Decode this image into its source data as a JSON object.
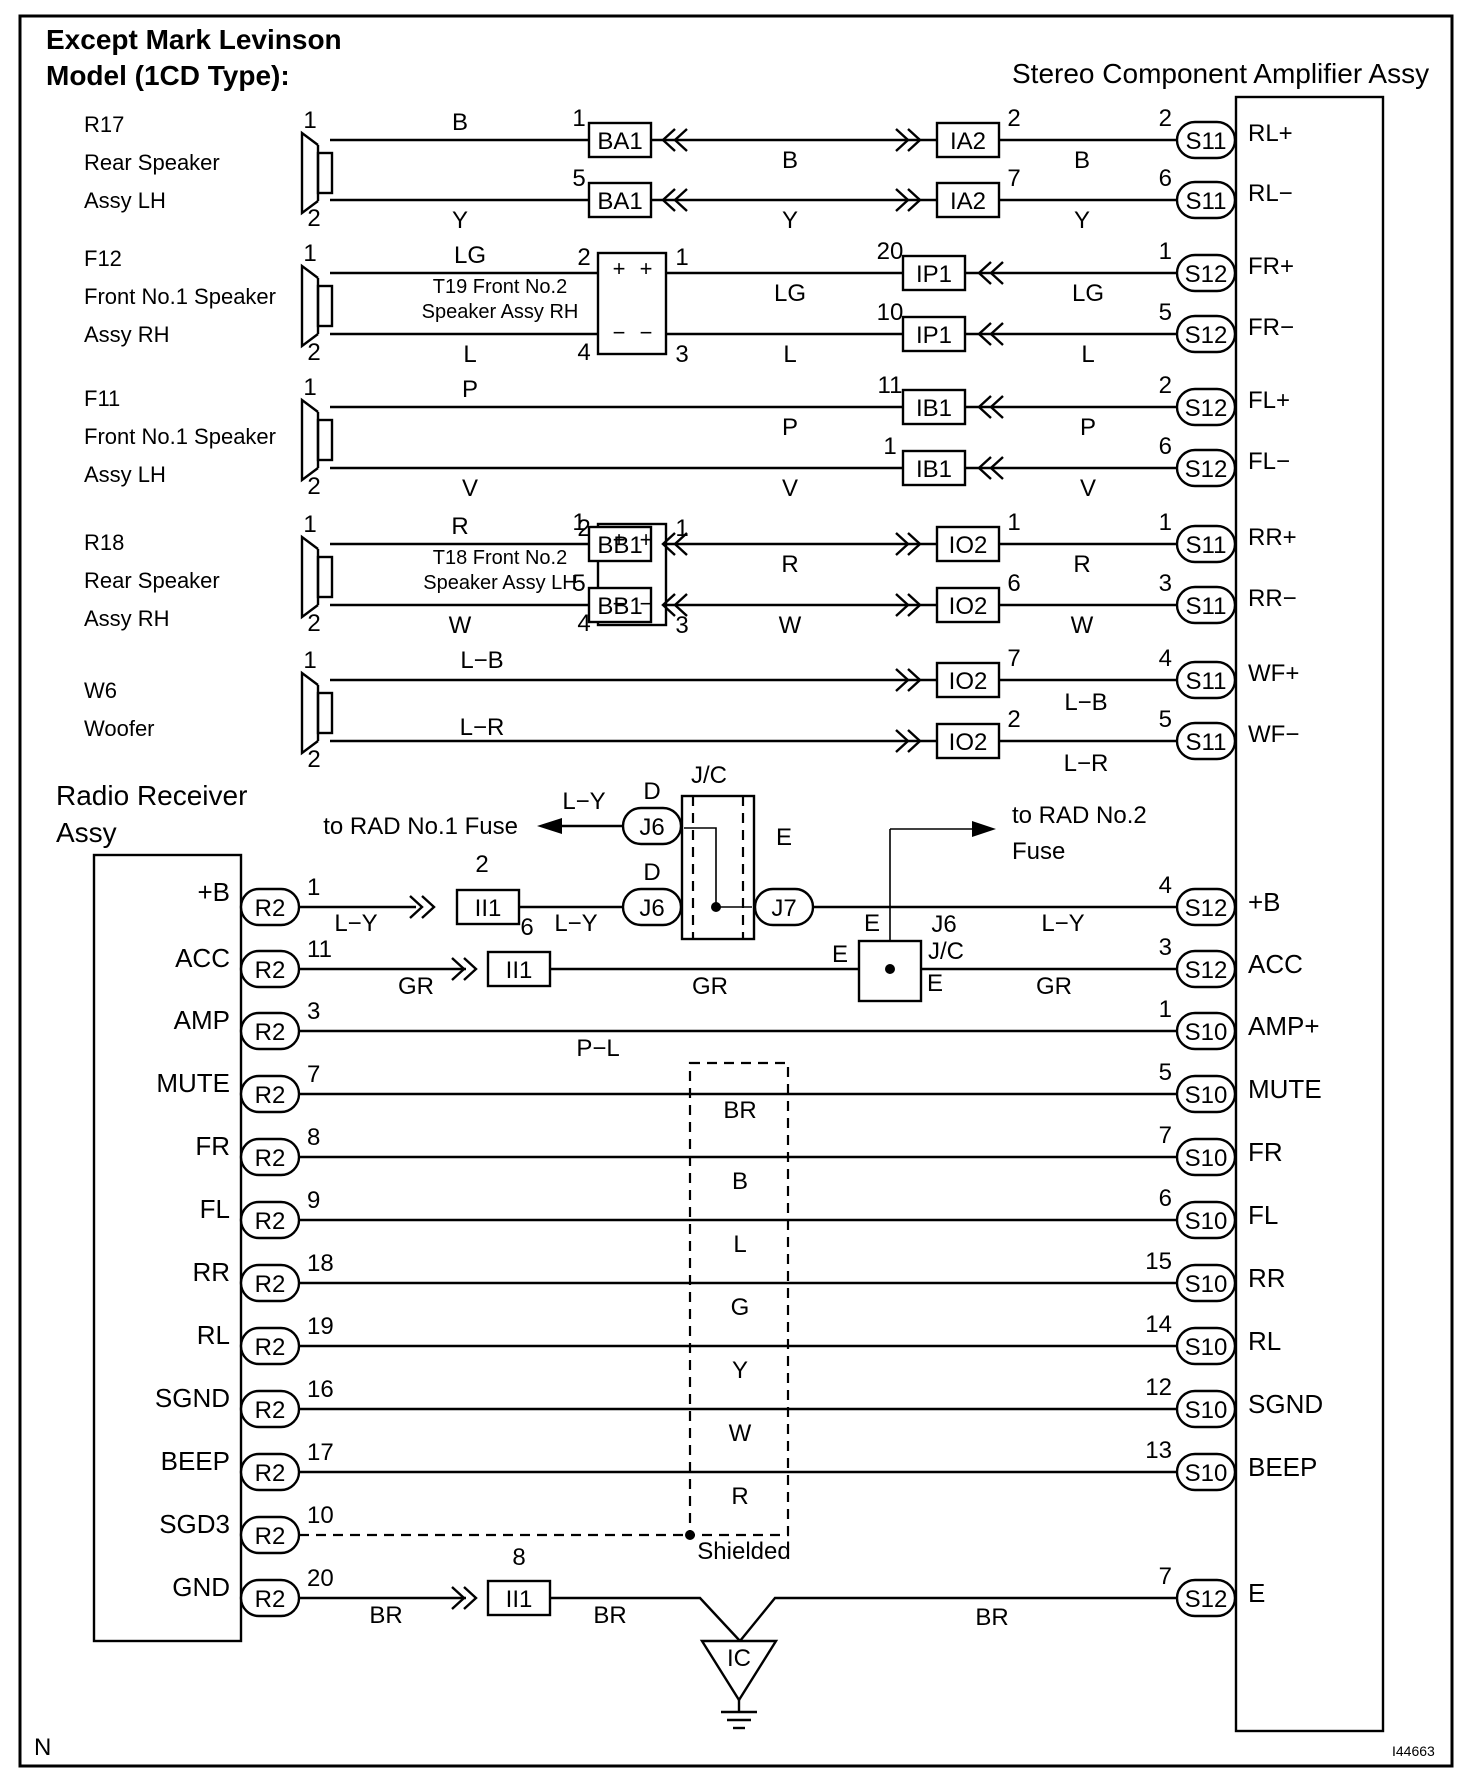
{
  "title": {
    "line1": "Except Mark Levinson",
    "line2": "Model (1CD Type):"
  },
  "amp_title": "Stereo Component Amplifier Assy",
  "radio_title": [
    "Radio  Receiver",
    "Assy"
  ],
  "corner_left": "N",
  "figure_id": "I44663",
  "speakers": [
    {
      "lines": [
        "R17",
        "Rear Speaker",
        "Assy LH"
      ]
    },
    {
      "lines": [
        "F12",
        "Front No.1 Speaker",
        "Assy RH"
      ]
    },
    {
      "lines": [
        "F11",
        "Front No.1 Speaker",
        "Assy LH"
      ]
    },
    {
      "lines": [
        "R18",
        "Rear Speaker",
        "Assy RH"
      ]
    },
    {
      "lines": [
        "W6",
        "Woofer"
      ]
    }
  ],
  "tweeters": [
    {
      "lines": [
        "T19 Front No.2",
        "Speaker Assy RH"
      ],
      "terms": [
        "2",
        "4",
        "1",
        "3"
      ]
    },
    {
      "lines": [
        "T18 Front No.2",
        "Speaker Assy LH"
      ],
      "terms": [
        "2",
        "4",
        "1",
        "3"
      ]
    }
  ],
  "speaker_pins": [
    "1",
    "2"
  ],
  "speaker_wires": [
    {
      "amp_pin": "RL+",
      "amp_conn": "S11",
      "amp_num": "2",
      "spk_pin": "1",
      "c1": "BA1",
      "c1_num": "1",
      "c2": "IA2",
      "c2_num": "2",
      "colors": [
        "B",
        "B",
        "B"
      ]
    },
    {
      "amp_pin": "RL−",
      "amp_conn": "S11",
      "amp_num": "6",
      "spk_pin": "2",
      "c1": "BA1",
      "c1_num": "5",
      "c2": "IA2",
      "c2_num": "7",
      "colors": [
        "Y",
        "Y",
        "Y"
      ]
    },
    {
      "amp_pin": "FR+",
      "amp_conn": "S12",
      "amp_num": "1",
      "spk_pin": "1",
      "c2": "IP1",
      "c2_num": "20",
      "colors": [
        "LG",
        "LG",
        "LG"
      ]
    },
    {
      "amp_pin": "FR−",
      "amp_conn": "S12",
      "amp_num": "5",
      "spk_pin": "2",
      "c2": "IP1",
      "c2_num": "10",
      "colors": [
        "L",
        "L",
        "L"
      ]
    },
    {
      "amp_pin": "FL+",
      "amp_conn": "S12",
      "amp_num": "2",
      "spk_pin": "1",
      "c2": "IB1",
      "c2_num": "11",
      "colors": [
        "P",
        "P",
        "P"
      ]
    },
    {
      "amp_pin": "FL−",
      "amp_conn": "S12",
      "amp_num": "6",
      "spk_pin": "2",
      "c2": "IB1",
      "c2_num": "1",
      "colors": [
        "V",
        "V",
        "V"
      ]
    },
    {
      "amp_pin": "RR+",
      "amp_conn": "S11",
      "amp_num": "1",
      "spk_pin": "1",
      "c1": "BB1",
      "c1_num": "1",
      "c2": "IO2",
      "c2_num": "1",
      "colors": [
        "R",
        "R",
        "R"
      ]
    },
    {
      "amp_pin": "RR−",
      "amp_conn": "S11",
      "amp_num": "3",
      "spk_pin": "2",
      "c1": "BB1",
      "c1_num": "5",
      "c2": "IO2",
      "c2_num": "6",
      "colors": [
        "W",
        "W",
        "W"
      ]
    },
    {
      "amp_pin": "WF+",
      "amp_conn": "S11",
      "amp_num": "4",
      "spk_pin": "1",
      "c2": "IO2",
      "c2_num": "7",
      "colors": [
        "L−B",
        "L−B"
      ]
    },
    {
      "amp_pin": "WF−",
      "amp_conn": "S11",
      "amp_num": "5",
      "spk_pin": "2",
      "c2": "IO2",
      "c2_num": "2",
      "colors": [
        "L−R",
        "L−R"
      ]
    }
  ],
  "jc": {
    "label": "J/C",
    "d1": "D",
    "d2": "D",
    "e": "E",
    "j6": "J6",
    "j7": "J7",
    "rad1": "to RAD No.1 Fuse",
    "rad1_color": "L−Y",
    "rad2": [
      "to RAD No.2",
      "Fuse"
    ],
    "j6b_label": "J6",
    "j6b_jc": "J/C",
    "e_labels": [
      "E",
      "E",
      "E"
    ]
  },
  "ii1_nums": [
    "2",
    "6",
    "8"
  ],
  "ii1": "II1",
  "radio_rows": [
    {
      "pin": "+B",
      "num": "1",
      "amp_num": "4",
      "amp_conn": "S12",
      "amp_pin": "+B",
      "colors": [
        "L−Y",
        "L−Y",
        "L−Y"
      ]
    },
    {
      "pin": "ACC",
      "num": "11",
      "amp_num": "3",
      "amp_conn": "S12",
      "amp_pin": "ACC",
      "colors": [
        "GR",
        "GR",
        "GR"
      ]
    },
    {
      "pin": "AMP",
      "num": "3",
      "amp_num": "1",
      "amp_conn": "S10",
      "amp_pin": "AMP+",
      "colors": [
        "P−L"
      ]
    },
    {
      "pin": "MUTE",
      "num": "7",
      "amp_num": "5",
      "amp_conn": "S10",
      "amp_pin": "MUTE",
      "colors": [
        "BR"
      ]
    },
    {
      "pin": "FR",
      "num": "8",
      "amp_num": "7",
      "amp_conn": "S10",
      "amp_pin": "FR",
      "colors": [
        "B"
      ]
    },
    {
      "pin": "FL",
      "num": "9",
      "amp_num": "6",
      "amp_conn": "S10",
      "amp_pin": "FL",
      "colors": [
        "L"
      ]
    },
    {
      "pin": "RR",
      "num": "18",
      "amp_num": "15",
      "amp_conn": "S10",
      "amp_pin": "RR",
      "colors": [
        "G"
      ]
    },
    {
      "pin": "RL",
      "num": "19",
      "amp_num": "14",
      "amp_conn": "S10",
      "amp_pin": "RL",
      "colors": [
        "Y"
      ]
    },
    {
      "pin": "SGND",
      "num": "16",
      "amp_num": "12",
      "amp_conn": "S10",
      "amp_pin": "SGND",
      "colors": [
        "W"
      ]
    },
    {
      "pin": "BEEP",
      "num": "17",
      "amp_num": "13",
      "amp_conn": "S10",
      "amp_pin": "BEEP",
      "colors": [
        "R"
      ]
    },
    {
      "pin": "SGD3",
      "num": "10",
      "colors": []
    },
    {
      "pin": "GND",
      "num": "20",
      "amp_num": "7",
      "amp_conn": "S12",
      "amp_pin": "E",
      "colors": [
        "BR",
        "BR",
        "BR"
      ]
    }
  ],
  "radio_conn": "R2",
  "shielded": "Shielded",
  "ground": "IC"
}
